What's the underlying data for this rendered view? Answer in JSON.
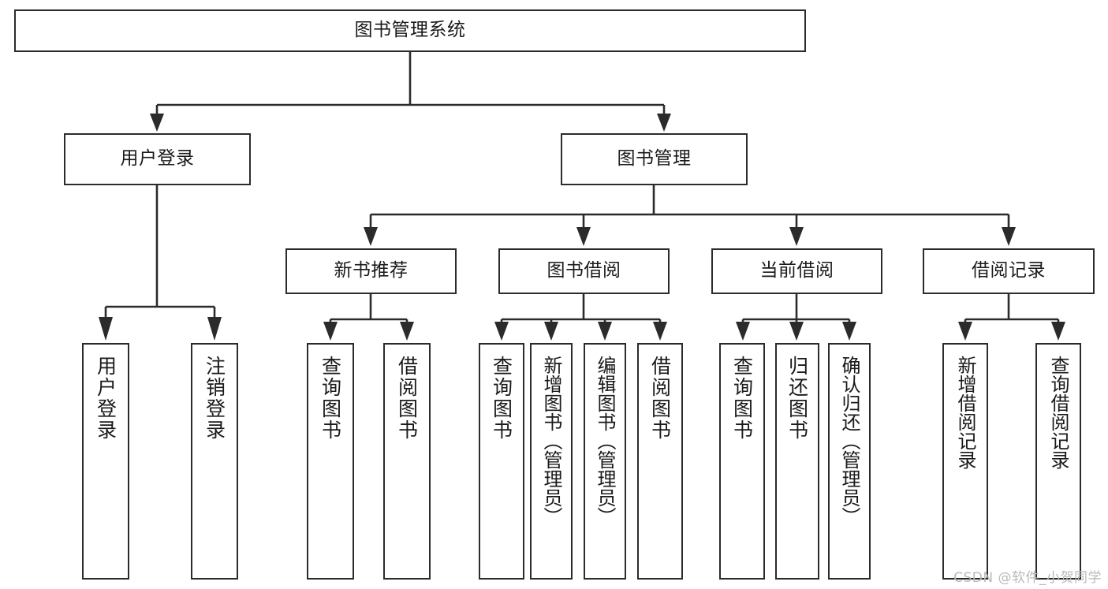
{
  "diagram": {
    "type": "tree-hierarchy-chart",
    "title": "图书管理系统",
    "watermark": "CSDN @软件_小贺同学",
    "colors": {
      "box_border": "#2b2b2b",
      "box_fill": "#ffffff",
      "text": "#1a1a1a",
      "connector": "#2b2b2b",
      "watermark": "#b9b9b9"
    },
    "nodes": {
      "root": {
        "label": "图书管理系统",
        "level": 1,
        "orientation": "horizontal"
      },
      "level2": [
        {
          "id": "user-login",
          "label": "用户登录",
          "orientation": "horizontal"
        },
        {
          "id": "book-management",
          "label": "图书管理",
          "orientation": "horizontal"
        }
      ],
      "level3": [
        {
          "id": "new-book-recommend",
          "label": "新书推荐",
          "orientation": "horizontal"
        },
        {
          "id": "book-borrow",
          "label": "图书借阅",
          "orientation": "horizontal"
        },
        {
          "id": "current-borrow",
          "label": "当前借阅",
          "orientation": "horizontal"
        },
        {
          "id": "borrow-record",
          "label": "借阅记录",
          "orientation": "horizontal"
        }
      ],
      "leaves": [
        {
          "id": "leaf-user-login",
          "label": "用户登录",
          "parent": "user-login",
          "orientation": "vertical"
        },
        {
          "id": "leaf-logout",
          "label": "注销登录",
          "parent": "user-login",
          "orientation": "vertical"
        },
        {
          "id": "leaf-query-book-1",
          "label": "查询图书",
          "parent": "new-book-recommend",
          "orientation": "vertical"
        },
        {
          "id": "leaf-borrow-book-1",
          "label": "借阅图书",
          "parent": "new-book-recommend",
          "orientation": "vertical"
        },
        {
          "id": "leaf-query-book-2",
          "label": "查询图书",
          "parent": "book-borrow",
          "orientation": "vertical"
        },
        {
          "id": "leaf-add-book",
          "label": "新增图书（管理员）",
          "parent": "book-borrow",
          "orientation": "vertical"
        },
        {
          "id": "leaf-edit-book",
          "label": "编辑图书（管理员）",
          "parent": "book-borrow",
          "orientation": "vertical"
        },
        {
          "id": "leaf-borrow-book-2",
          "label": "借阅图书",
          "parent": "book-borrow",
          "orientation": "vertical"
        },
        {
          "id": "leaf-query-book-3",
          "label": "查询图书",
          "parent": "current-borrow",
          "orientation": "vertical"
        },
        {
          "id": "leaf-return-book",
          "label": "归还图书",
          "parent": "current-borrow",
          "orientation": "vertical"
        },
        {
          "id": "leaf-confirm-return",
          "label": "确认归还（管理员）",
          "parent": "current-borrow",
          "orientation": "vertical"
        },
        {
          "id": "leaf-add-record",
          "label": "新增借阅记录",
          "parent": "borrow-record",
          "orientation": "vertical"
        },
        {
          "id": "leaf-query-record",
          "label": "查询借阅记录",
          "parent": "borrow-record",
          "orientation": "vertical"
        }
      ]
    }
  }
}
